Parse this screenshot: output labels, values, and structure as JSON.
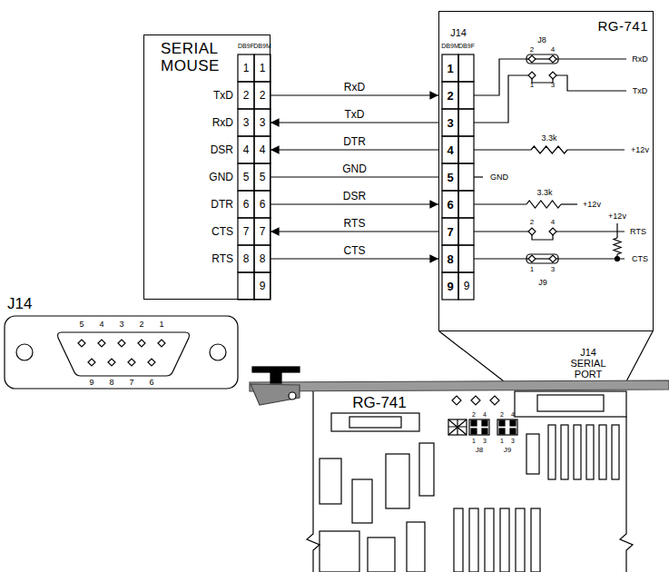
{
  "diagram": {
    "nodes": [
      {
        "text": [
          "SERIAL MOUSE"
        ]
      },
      {
        "text": [
          "RG-741"
        ]
      }
    ],
    "edges": [
      {
        "from": 0,
        "to": 1,
        "arrow": "to",
        "label": "RxD"
      },
      {
        "from": 1,
        "to": 0,
        "arrow": "to",
        "label": "TxD"
      },
      {
        "from": 1,
        "to": 0,
        "arrow": "to",
        "label": "DTR"
      },
      {
        "from": 0,
        "to": 1,
        "arrow": "none",
        "label": "GND"
      },
      {
        "from": 0,
        "to": 1,
        "arrow": "to",
        "label": "DSR"
      },
      {
        "from": 1,
        "to": 0,
        "arrow": "to",
        "label": "RTS"
      },
      {
        "from": 0,
        "to": 1,
        "arrow": "to",
        "label": "CTS"
      }
    ],
    "labels": [
      "DB9F",
      "DB9M",
      "TxD",
      "RxD",
      "DSR",
      "GND",
      "DTR",
      "CTS",
      "RTS",
      "1",
      "1",
      "2",
      "2",
      "3",
      "3",
      "4",
      "4",
      "5",
      "5",
      "6",
      "6",
      "7",
      "7",
      "8",
      "8",
      "9",
      "DB9M",
      "DB9F",
      "J14",
      "1",
      "2",
      "3",
      "4",
      "5",
      "6",
      "7",
      "8",
      "9",
      "9",
      "J8",
      "2",
      "4",
      "RxD",
      "1",
      "3",
      "TxD",
      "3.3k",
      "+12v",
      "GND",
      "3.3k",
      "+12v",
      "RTS",
      "2",
      "4",
      "+12v",
      "1",
      "3",
      "J9",
      "CTS",
      "J14",
      "5",
      "4",
      "3",
      "2",
      "1",
      "9",
      "8",
      "7",
      "6",
      "RG-741",
      "J14 SERIAL PORT",
      "2",
      "4",
      "1",
      "3",
      "J8",
      "2",
      "4",
      "1",
      "3",
      "J9"
    ]
  }
}
